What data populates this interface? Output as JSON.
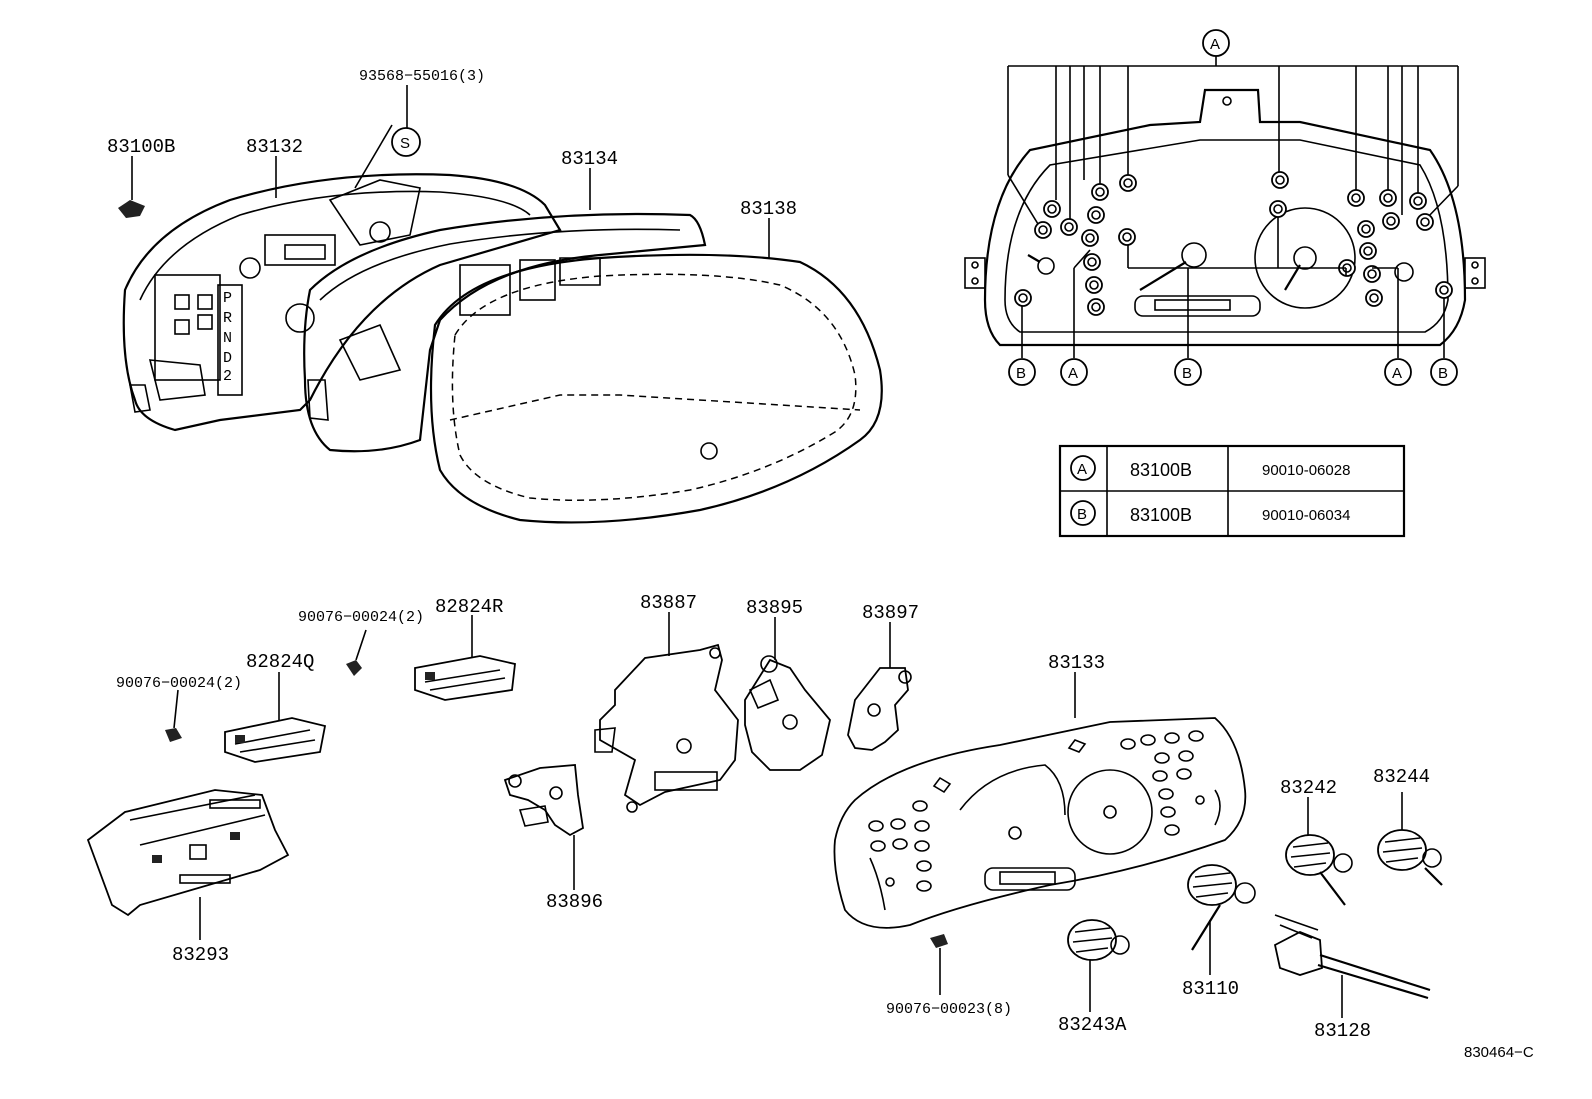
{
  "labels": {
    "p93568": "93568−55016(3)",
    "s_mark": "S",
    "p83100b": "83100B",
    "p83132": "83132",
    "p83134": "83134",
    "p83138": "83138",
    "p90076_24a": "90076−00024(2)",
    "p82824r": "82824R",
    "p90076_24b": "90076−00024(2)",
    "p82824q": "82824Q",
    "p83293": "83293",
    "p83887": "83887",
    "p83895": "83895",
    "p83897": "83897",
    "p83896": "83896",
    "p83133": "83133",
    "p83242": "83242",
    "p83244": "83244",
    "p83110": "83110",
    "p83243a": "83243A",
    "p83128": "83128",
    "p90076_23": "90076−00023(8)",
    "diagram_code": "830464−C"
  },
  "callouts": {
    "a": "A",
    "b": "B"
  },
  "legend_table": {
    "rows": [
      {
        "mark": "A",
        "part": "83100B",
        "bulb": "90010-06028"
      },
      {
        "mark": "B",
        "part": "83100B",
        "bulb": "90010-06034"
      }
    ]
  }
}
